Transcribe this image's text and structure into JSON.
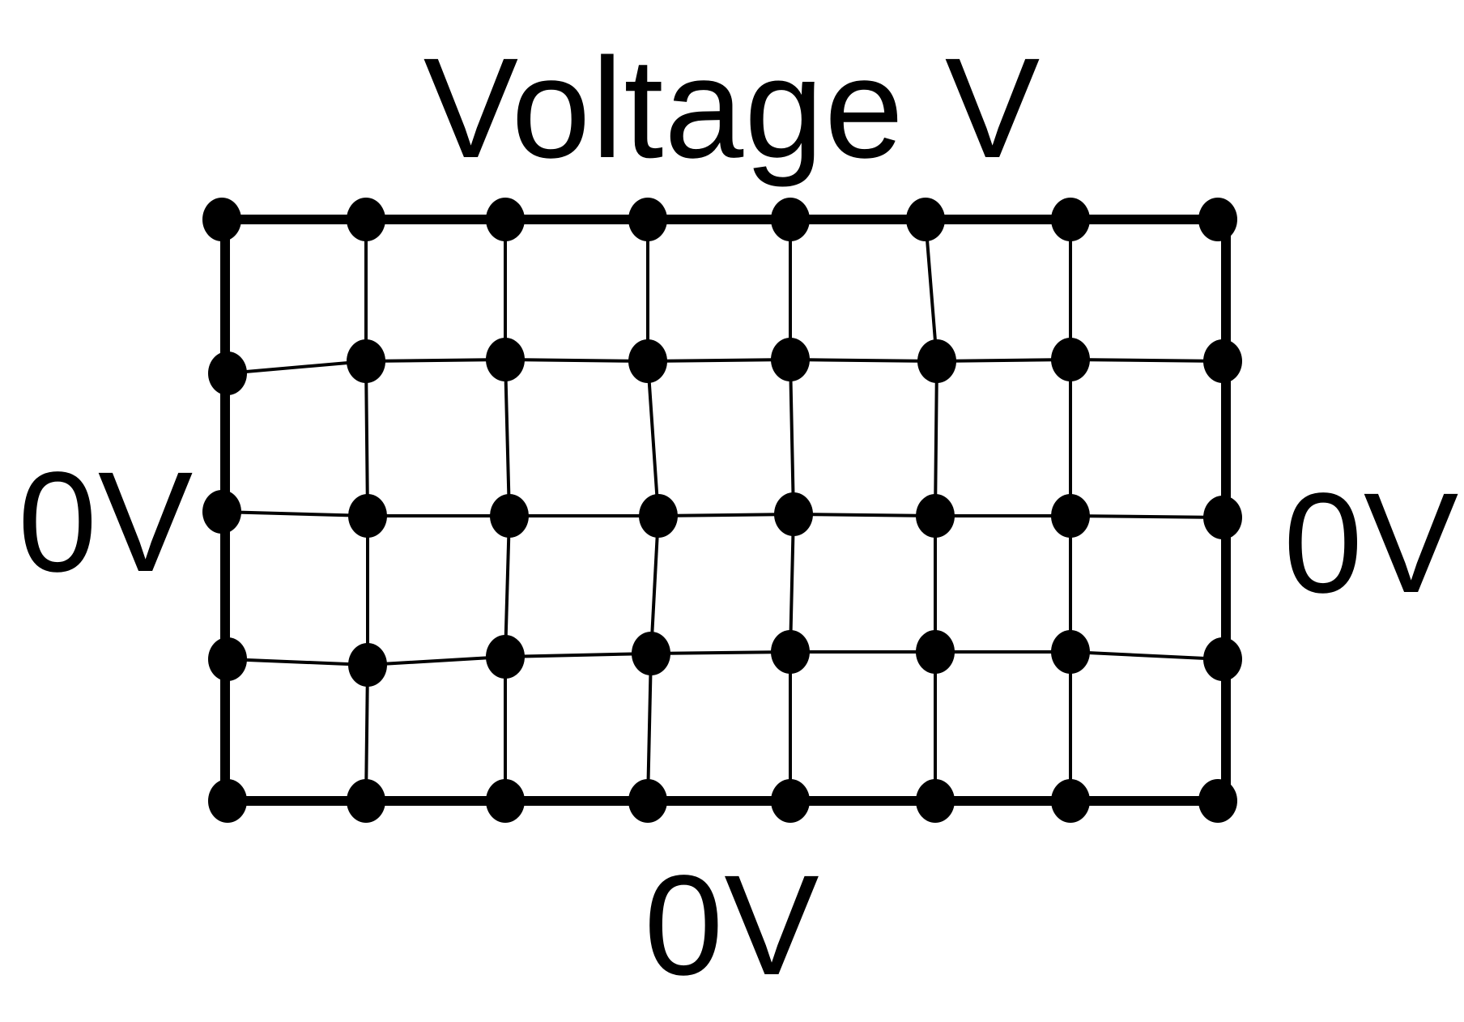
{
  "labels": {
    "top": "Voltage V",
    "left": "0V",
    "right": "0V",
    "bottom": "0V"
  },
  "grid": {
    "rows": 5,
    "cols": 8
  },
  "colors": {
    "ink": "#000000",
    "background": "#ffffff"
  }
}
